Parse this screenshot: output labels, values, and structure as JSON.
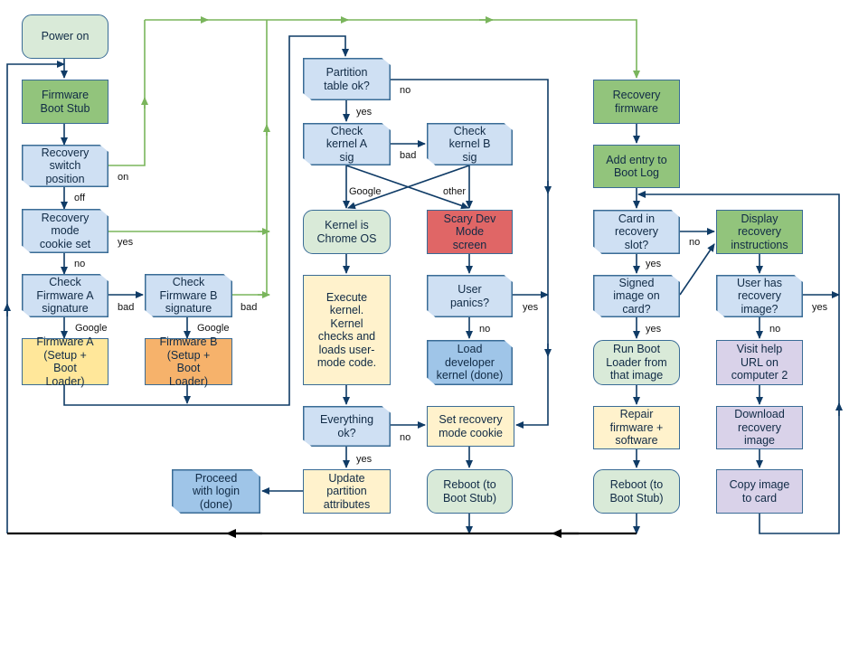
{
  "nodes": {
    "power_on": "Power on",
    "firmware_boot_stub": "Firmware\nBoot Stub",
    "recovery_switch": "Recovery\nswitch\nposition",
    "recovery_cookie": "Recovery\nmode\ncookie set",
    "check_firmware_a": "Check\nFirmware A\nsignature",
    "check_firmware_b": "Check\nFirmware B\nsignature",
    "firmware_a": "Firmware A\n(Setup +\nBoot\nLoader)",
    "firmware_b": "Firmware B\n(Setup +\nBoot\nLoader)",
    "partition_table": "Partition\ntable ok?",
    "check_kernel_a": "Check\nkernel A\nsig",
    "check_kernel_b": "Check\nkernel B\nsig",
    "kernel_chrome_os": "Kernel is\nChrome OS",
    "scary_dev_mode": "Scary Dev\nMode\nscreen",
    "execute_kernel": "Execute\nkernel.\nKernel\nchecks and\nloads user-\nmode code.",
    "user_panics": "User\npanics?",
    "load_dev_kernel": "Load\ndeveloper\nkernel (done)",
    "everything_ok": "Everything\nok?",
    "set_recovery_cookie": "Set recovery\nmode cookie",
    "proceed_login": "Proceed\nwith login\n(done)",
    "update_partition": "Update\npartition\nattributes",
    "reboot_center": "Reboot (to\nBoot Stub)",
    "recovery_firmware": "Recovery\nfirmware",
    "add_entry_log": "Add entry to\nBoot Log",
    "card_in_slot": "Card in\nrecovery\nslot?",
    "display_instructions": "Display\nrecovery\ninstructions",
    "signed_image": "Signed\nimage on\ncard?",
    "user_has_image": "User has\nrecovery\nimage?",
    "run_boot_loader": "Run Boot\nLoader from\nthat image",
    "visit_help": "Visit help\nURL on\ncomputer 2",
    "repair_firmware": "Repair\nfirmware +\nsoftware",
    "download_image": "Download\nrecovery\nimage",
    "reboot_right": "Reboot (to\nBoot Stub)",
    "copy_image": "Copy image\nto card"
  },
  "labels": {
    "on": "on",
    "off": "off",
    "yes": "yes",
    "no": "no",
    "bad": "bad",
    "google": "Google",
    "other": "other"
  },
  "colors": {
    "line": "#0f3b66",
    "green_line": "#7ab55c",
    "light_blue": "#cfe0f3",
    "light_green": "#d9ead8",
    "green": "#92c47c",
    "yellow": "#fff2cc",
    "gold": "#ffe79a",
    "orange": "#f6b26b",
    "red": "#e06666",
    "mid_blue": "#9fc5e8",
    "lavender": "#d9d2e9"
  }
}
